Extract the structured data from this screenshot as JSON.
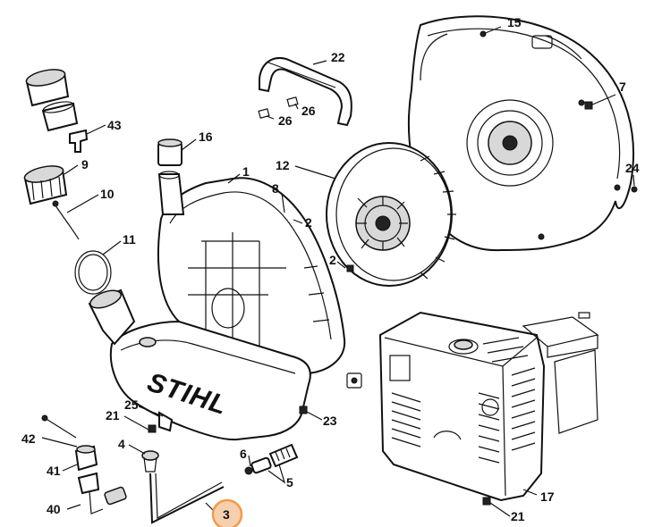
{
  "brand_text": "STIHL",
  "highlight_color": "#f39a4b",
  "callouts": [
    {
      "id": "c15",
      "text": "15"
    },
    {
      "id": "c22",
      "text": "22"
    },
    {
      "id": "c26a",
      "text": "26"
    },
    {
      "id": "c26b",
      "text": "26"
    },
    {
      "id": "c7",
      "text": "7"
    },
    {
      "id": "c43",
      "text": "43"
    },
    {
      "id": "c16",
      "text": "16"
    },
    {
      "id": "c9",
      "text": "9"
    },
    {
      "id": "c1",
      "text": "1"
    },
    {
      "id": "c12",
      "text": "12"
    },
    {
      "id": "c24",
      "text": "24"
    },
    {
      "id": "c10",
      "text": "10"
    },
    {
      "id": "c8",
      "text": "8"
    },
    {
      "id": "c2a",
      "text": "2"
    },
    {
      "id": "c11",
      "text": "11"
    },
    {
      "id": "c2b",
      "text": "2"
    },
    {
      "id": "c23",
      "text": "23"
    },
    {
      "id": "c25",
      "text": "25"
    },
    {
      "id": "c21a",
      "text": "21"
    },
    {
      "id": "c42",
      "text": "42"
    },
    {
      "id": "c4",
      "text": "4"
    },
    {
      "id": "c41",
      "text": "41"
    },
    {
      "id": "c6",
      "text": "6"
    },
    {
      "id": "c5",
      "text": "5"
    },
    {
      "id": "c40",
      "text": "40"
    },
    {
      "id": "c3",
      "text": "3"
    },
    {
      "id": "c17",
      "text": "17"
    },
    {
      "id": "c21b",
      "text": "21"
    }
  ]
}
